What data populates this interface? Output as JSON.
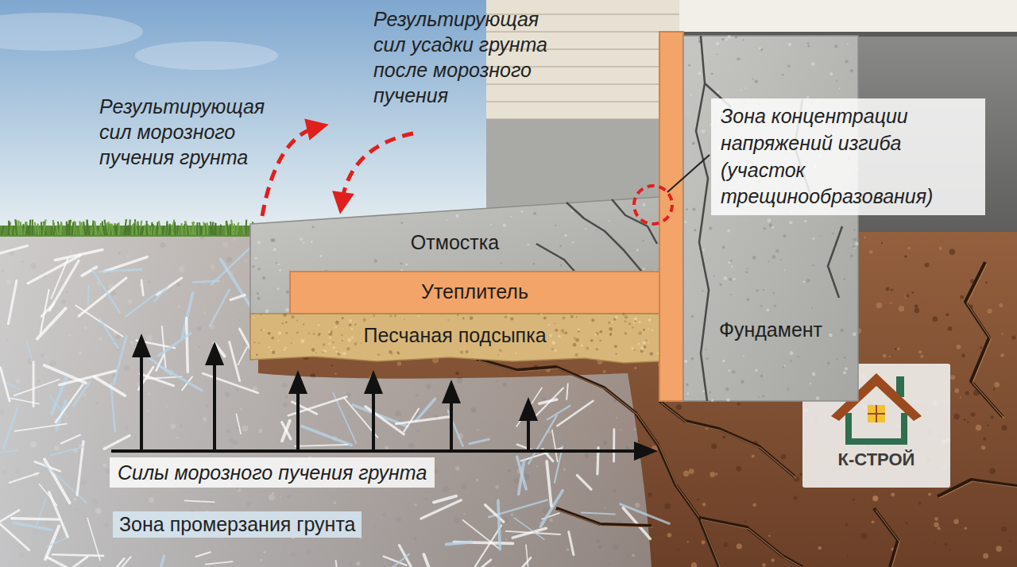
{
  "diagram": {
    "nodes": [
      {
        "text": [
          "Зона концентрации напряжений изгиба (участок трещинообразования)"
        ]
      },
      {
        "text": [
          "Отмостка"
        ]
      },
      {
        "text": [
          "Утеплитель"
        ]
      },
      {
        "text": [
          "Песчаная подсыпка"
        ]
      },
      {
        "text": [
          "Фундамент"
        ]
      },
      {
        "text": [
          "Силы морозного пучения грунта"
        ]
      }
    ],
    "labels": [
      "Результирующая сил морозного пучения грунта",
      "Результирующая сил усадки грунта после морозного пучения",
      "Зона промерзания грунта",
      "К-СТРОЙ"
    ]
  }
}
